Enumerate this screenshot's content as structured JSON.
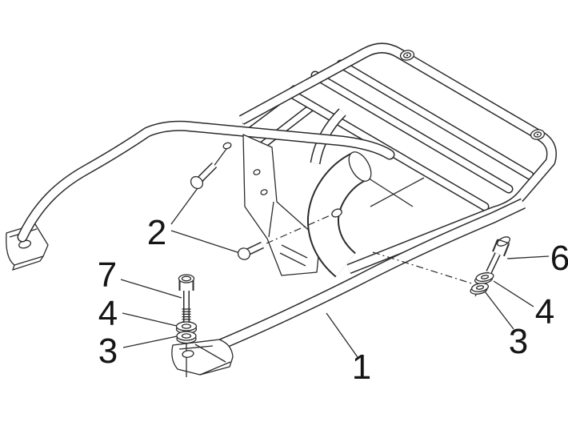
{
  "figure": {
    "background_color": "#ffffff",
    "line_color": "#2b2b2b",
    "description_visible_text_only": true
  },
  "callouts": [
    {
      "label": "1"
    },
    {
      "label": "2"
    },
    {
      "label": "7"
    },
    {
      "label": "4"
    },
    {
      "label": "3"
    },
    {
      "label": "6"
    },
    {
      "label": "4"
    },
    {
      "label": "3"
    }
  ]
}
